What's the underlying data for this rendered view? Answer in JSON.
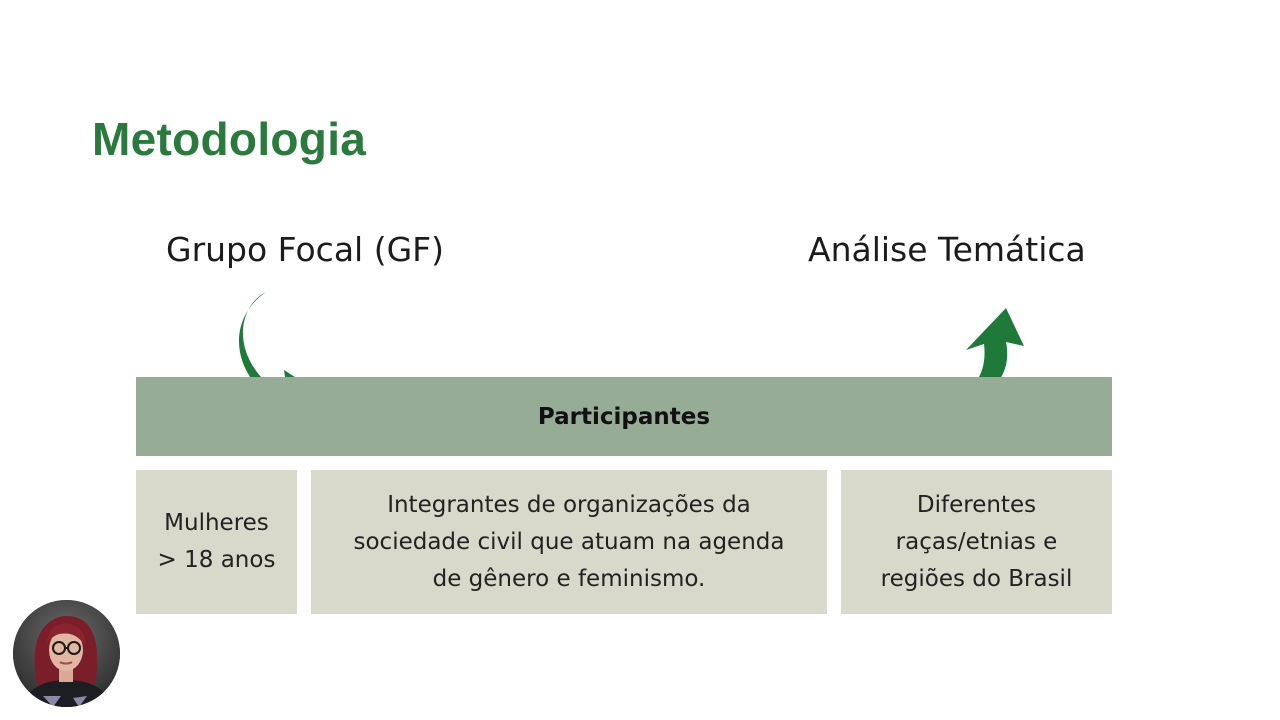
{
  "slide": {
    "title": "Metodologia",
    "left_label": "Grupo Focal (GF)",
    "right_label": "Análise Temática",
    "header": "Participantes",
    "boxes": [
      {
        "lines": [
          "Mulheres",
          "> 18 anos"
        ]
      },
      {
        "lines": [
          "Integrantes de organizações da",
          "sociedade civil que atuam na agenda",
          "de gênero e feminismo."
        ]
      },
      {
        "lines": [
          "Diferentes",
          "raças/etnias e",
          "regiões do Brasil"
        ]
      }
    ]
  },
  "colors": {
    "title_green": "#2a7a3e",
    "arrow_green": "#1f7a3a",
    "header_bar": "#97ac97",
    "box_bg": "#d8d9ca"
  },
  "icons": {
    "left_arrow": "curved-arrow-down-right-icon",
    "right_arrow": "curved-arrow-up-right-icon",
    "presenter": "presenter-webcam-avatar"
  }
}
